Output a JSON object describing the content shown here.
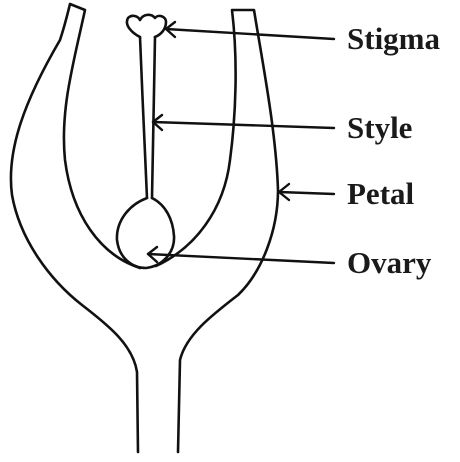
{
  "labels": {
    "stigma": "Stigma",
    "style": "Style",
    "petal": "Petal",
    "ovary": "Ovary"
  },
  "colors": {
    "stroke": "#111111",
    "background": "#ffffff"
  }
}
